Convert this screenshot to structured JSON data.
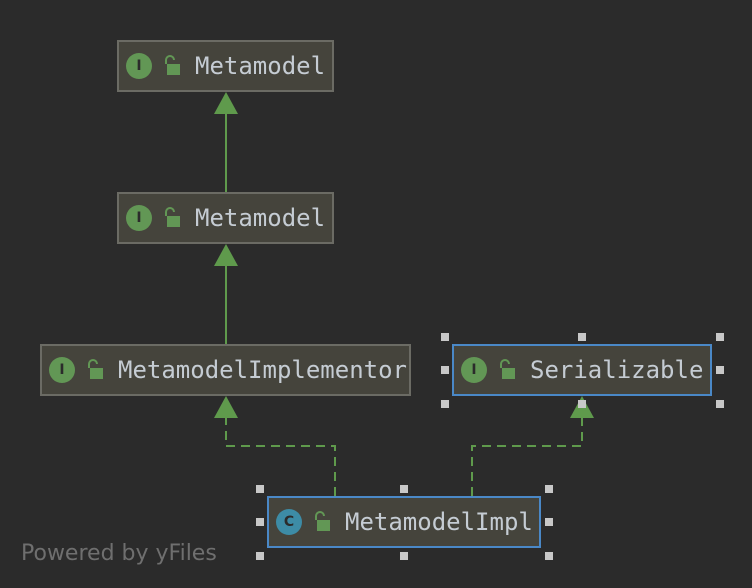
{
  "diagram": {
    "nodes": [
      {
        "id": "metamodel-top",
        "label": "Metamodel",
        "kind": "interface",
        "kind_letter": "I",
        "visibility_icon": "open-lock-icon",
        "selected": false
      },
      {
        "id": "metamodel-mid",
        "label": "Metamodel",
        "kind": "interface",
        "kind_letter": "I",
        "visibility_icon": "open-lock-icon",
        "selected": false
      },
      {
        "id": "metamodel-implementor",
        "label": "MetamodelImplementor",
        "kind": "interface",
        "kind_letter": "I",
        "visibility_icon": "open-lock-icon",
        "selected": false
      },
      {
        "id": "serializable",
        "label": "Serializable",
        "kind": "interface",
        "kind_letter": "I",
        "visibility_icon": "open-lock-icon",
        "selected": true
      },
      {
        "id": "metamodel-impl",
        "label": "MetamodelImpl",
        "kind": "class",
        "kind_letter": "C",
        "visibility_icon": "open-lock-icon",
        "selected": true
      }
    ],
    "edges": [
      {
        "from": "metamodel-mid",
        "to": "metamodel-top",
        "type": "extends"
      },
      {
        "from": "metamodel-implementor",
        "to": "metamodel-mid",
        "type": "extends"
      },
      {
        "from": "metamodel-impl",
        "to": "metamodel-implementor",
        "type": "implements"
      },
      {
        "from": "metamodel-impl",
        "to": "serializable",
        "type": "implements"
      }
    ]
  },
  "colors": {
    "background": "#2b2b2b",
    "node_fill": "#45443c",
    "node_border": "#6b6b64",
    "selected_border": "#4a88c7",
    "edge": "#5f9a4c",
    "interface_icon": "#629755",
    "class_icon": "#3d8ca6",
    "label": "#c5ccd3",
    "handle": "#c8c8c8"
  },
  "watermark": "Powered by yFiles"
}
